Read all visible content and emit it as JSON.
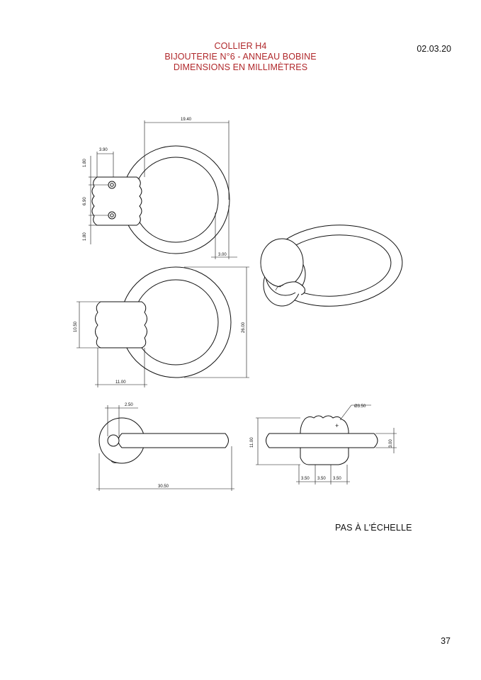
{
  "header": {
    "line1": "COLLIER H4",
    "line2": "BIJOUTERIE N°6 - ANNEAU BOBINE",
    "line3": "DIMENSIONS EN MILLIMÈTRES",
    "color": "#b0282b"
  },
  "date": "02.03.20",
  "note": "PAS À L'ÉCHELLE",
  "page_number": "37",
  "dimensions": {
    "front_width": "19.40",
    "bead_width": "3.90",
    "top_margin": "1.80",
    "hole_spacing": "6.90",
    "bottom_margin": "1.80",
    "wire_thickness": "3.00",
    "bead_height": "10.50",
    "ring_height": "26.00",
    "bead_length": "11.00",
    "wire_diameter": "2.50",
    "total_width": "30.50",
    "hole_diameter": "Ø3.50",
    "side_height": "11.00",
    "side_wire": "3.00",
    "segment_1": "3.50",
    "segment_2": "3.50",
    "segment_3": "3.50"
  }
}
